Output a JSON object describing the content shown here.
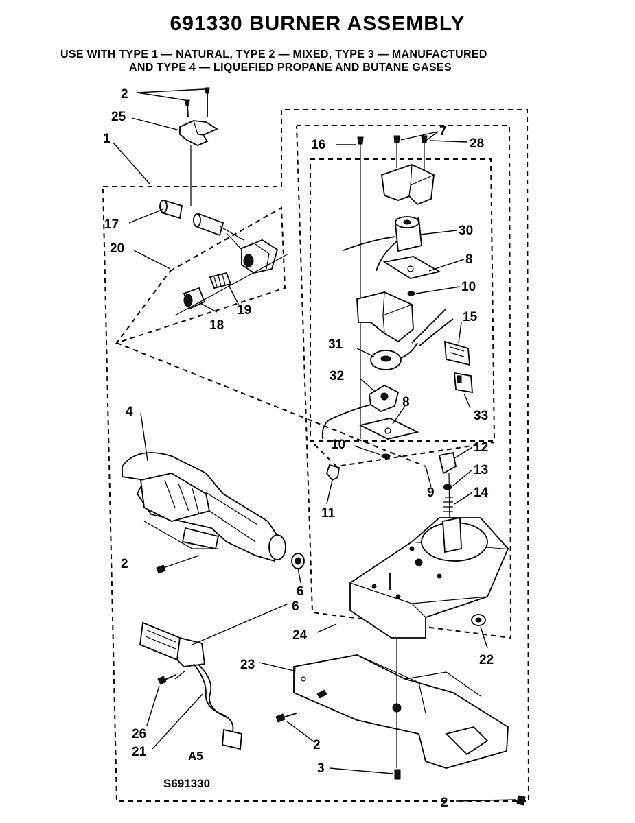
{
  "title": "691330 BURNER ASSEMBLY",
  "subtitle": {
    "line1": "USE WITH TYPE 1 — NATURAL, TYPE 2 — MIXED, TYPE 3 — MANUFACTURED",
    "line2": "AND TYPE 4 — LIQUEFIED PROPANE AND BUTANE GASES"
  },
  "labels": {
    "p1": "1",
    "p2a": "2",
    "p2b": "2",
    "p2c": "2",
    "p2d": "2",
    "p3": "3",
    "p4": "4",
    "p6a": "6",
    "p6b": "6",
    "p7": "7",
    "p8a": "8",
    "p8b": "8",
    "p9": "9",
    "p10a": "10",
    "p10b": "10",
    "p11": "11",
    "p12": "12",
    "p13": "13",
    "p14": "14",
    "p15": "15",
    "p16": "16",
    "p17": "17",
    "p18": "18",
    "p19": "19",
    "p20": "20",
    "p21": "21",
    "p22": "22",
    "p23": "23",
    "p24": "24",
    "p25": "25",
    "p26": "26",
    "p28": "28",
    "p30": "30",
    "p31": "31",
    "p32": "32",
    "p33": "33"
  },
  "footer": {
    "code": "A5",
    "drawing_number": "S691330"
  }
}
